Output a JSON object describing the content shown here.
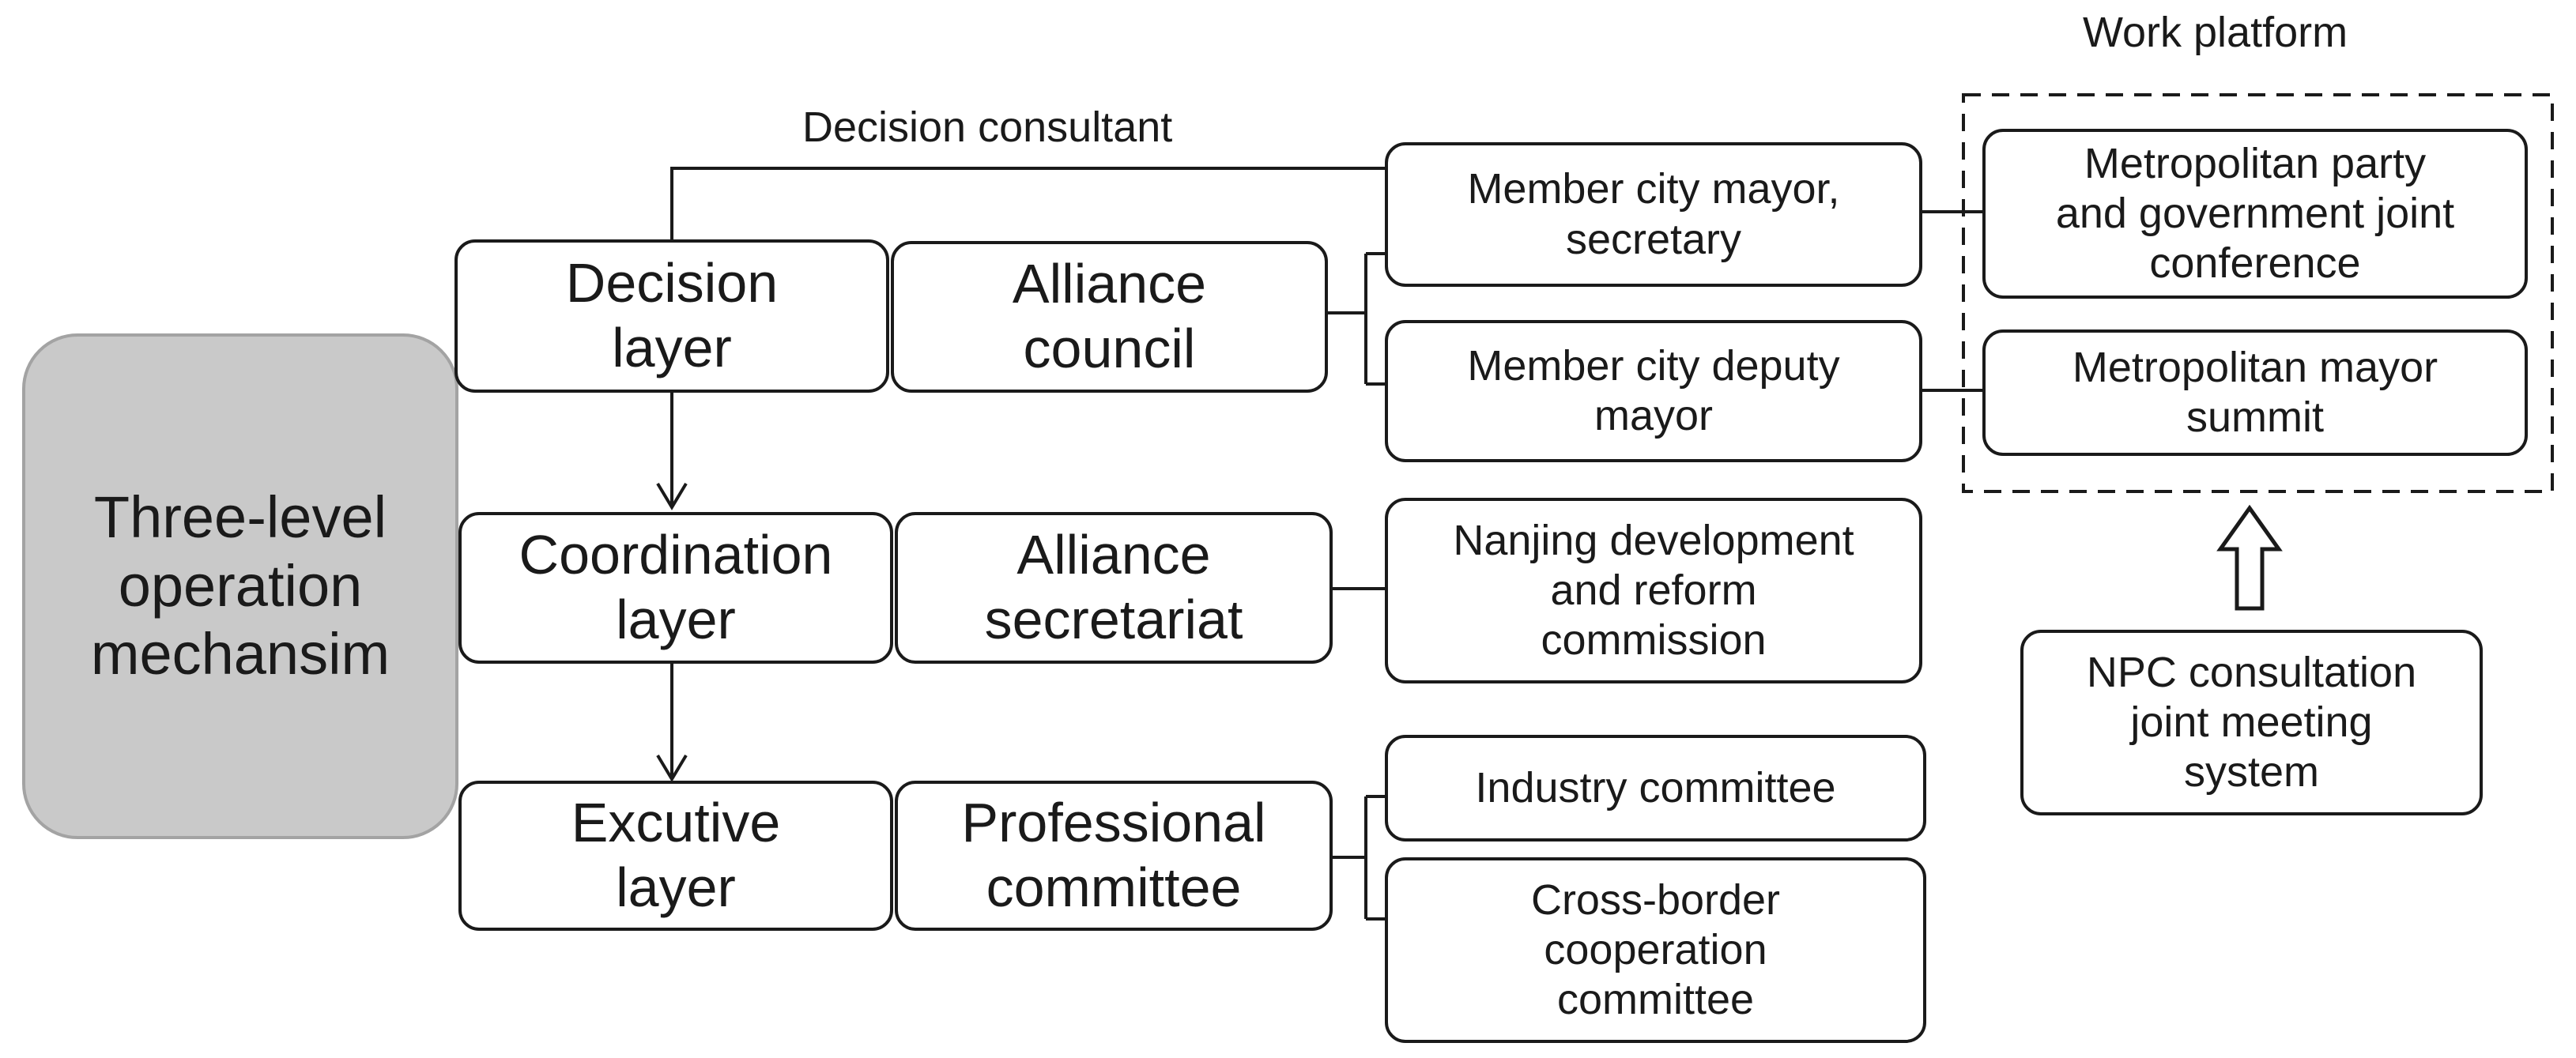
{
  "root": {
    "label": "Three-level\noperation\nmechansim"
  },
  "layers": {
    "decision": "Decision\nlayer",
    "coordination": "Coordination\nlayer",
    "executive": "Excutive\nlayer"
  },
  "bodies": {
    "alliance_council": "Alliance\ncouncil",
    "alliance_secretariat": "Alliance\nsecretariat",
    "professional_committee": "Professional\ncommittee"
  },
  "members": {
    "mayor_secretary": "Member city mayor,\nsecretary",
    "deputy_mayor": "Member city deputy\nmayor",
    "nanjing_commission": "Nanjing development\nand reform\ncommission",
    "industry_committee": "Industry committee",
    "cross_border_committee": "Cross-border\ncooperation\ncommittee"
  },
  "platform": {
    "title": "Work platform",
    "joint_conference": "Metropolitan party\nand government joint\nconference",
    "mayor_summit": "Metropolitan mayor\nsummit"
  },
  "npc": {
    "label": "NPC consultation\njoint meeting\nsystem"
  },
  "decision_consultant_label": "Decision consultant"
}
